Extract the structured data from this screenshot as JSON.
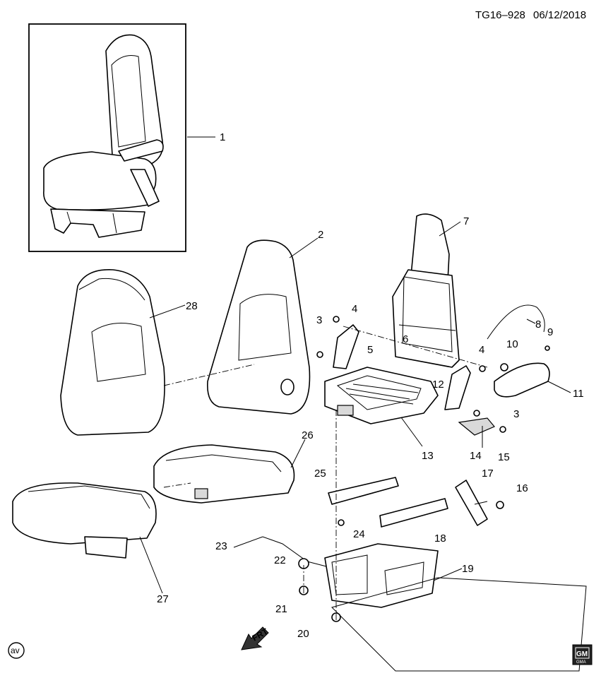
{
  "header": {
    "diagram_id": "TG16–928",
    "date": "06/12/2018"
  },
  "callouts": [
    "1",
    "2",
    "3",
    "4",
    "5",
    "6",
    "7",
    "8",
    "9",
    "10",
    "11",
    "12",
    "3",
    "4",
    "13",
    "14",
    "15",
    "16",
    "17",
    "18",
    "19",
    "20",
    "21",
    "22",
    "23",
    "24",
    "25",
    "26",
    "27",
    "28"
  ],
  "front_marker": "FRT",
  "corner_badge": "av",
  "logo": {
    "line1": "GM",
    "line2": "GMA"
  }
}
